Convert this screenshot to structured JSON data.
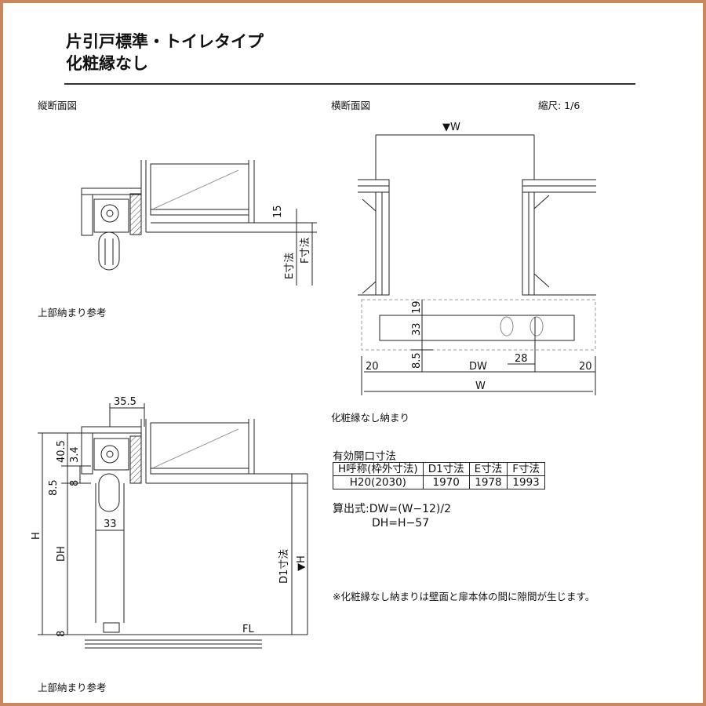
{
  "header": {
    "title_line1": "片引戸標準・トイレタイプ",
    "title_line2": "化粧縁なし"
  },
  "sections": {
    "vertical_section": "縦断面図",
    "horizontal_section": "横断面図",
    "scale": "縮尺: 1/6",
    "top_detail_1": "上部納まり参考",
    "top_detail_2": "上部納まり参考",
    "horizontal_caption": "化粧縁なし納まり"
  },
  "dimensions": {
    "d15": "15",
    "e_dim": "E寸法",
    "f_dim": "F寸法",
    "w_top": "▼W",
    "d19": "19",
    "d33a": "33",
    "d85a": "8.5",
    "d20_left": "20",
    "dw": "DW",
    "d28": "28",
    "d20_right": "20",
    "w_bottom": "W",
    "d355": "35.5",
    "d405": "40.5",
    "d34": "3.4",
    "d85b": "8.5",
    "d8a": "8",
    "d33b": "33",
    "h": "H",
    "dh": "DH",
    "d1_dim": "D1寸法",
    "h_mark": "▼H",
    "d8b": "8",
    "fl": "FL"
  },
  "spec_table": {
    "title": "有効開口寸法",
    "headers": [
      "H呼称(枠外寸法)",
      "D1寸法",
      "E寸法",
      "F寸法"
    ],
    "row": [
      "H20(2030)",
      "1970",
      "1978",
      "1993"
    ]
  },
  "formulas": {
    "line1": "算出式:DW=(W−12)/2",
    "line2": "DH=H−57"
  },
  "note": "※化粧縁なし納まりは壁面と扉本体の間に隙間が生じます。",
  "colors": {
    "border": "#c8875e",
    "line": "#222222",
    "dashed": "#999999"
  }
}
